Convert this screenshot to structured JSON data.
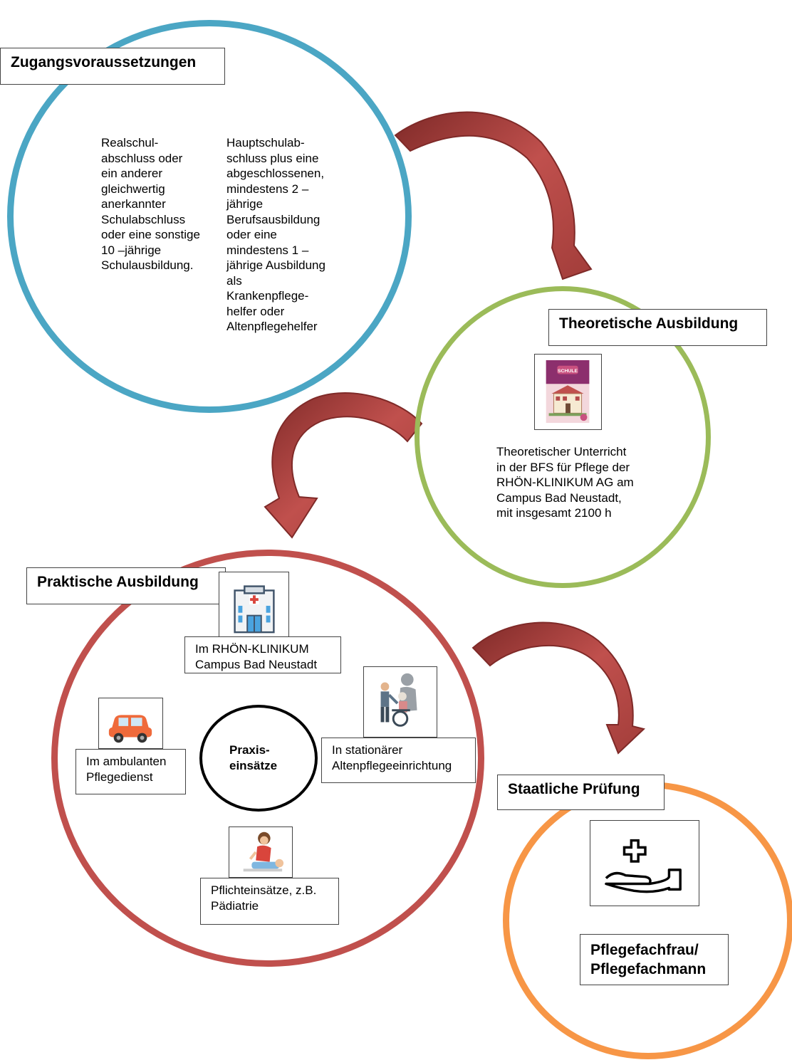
{
  "stages": {
    "access": {
      "title": "Zugangsvoraussetzungen",
      "text_left": "Realschul-\nabschluss oder\nein anderer\ngleichwertig\nanerkannter\nSchulabschluss\noder eine sonstige\n10 –jährige\nSchulausbildung.",
      "text_right": "Hauptschulab-\nschluss plus eine\nabgeschlossenen,\nmindestens 2 –\njährige\nBerufsausbildung\noder eine\nmindestens 1 –\njährige Ausbildung\nals\nKrankenpflege-\nhelfer oder\nAltenpflegehelfer"
    },
    "theory": {
      "title": "Theoretische Ausbildung",
      "book_label": "SCHULE",
      "text": "Theoretischer Unterricht\nin der BFS für Pflege der\nRHÖN-KLINIKUM AG am\nCampus Bad Neustadt,\nmit insgesamt 2100 h"
    },
    "practice": {
      "title": "Praktische Ausbildung",
      "center": "Praxis-\neinsätze",
      "sites": [
        {
          "label": "Im RHÖN-KLINIKUM\nCampus Bad Neustadt",
          "icon": "hospital-icon"
        },
        {
          "label": "In stationärer\nAltenpflegeeinrichtung",
          "icon": "wheelchair-care-icon"
        },
        {
          "label": "Im ambulanten\nPflegedienst",
          "icon": "car-icon"
        },
        {
          "label": "Pflichteinsätze, z.B.\nPädiatrie",
          "icon": "child-care-icon"
        }
      ]
    },
    "exam": {
      "title": "Staatliche Prüfung",
      "result": "Pflegefachfrau/\nPflegefachmann",
      "icon": "hand-cross-icon"
    }
  },
  "colors": {
    "access_ring": "#4ba6c4",
    "theory_ring": "#9bbb59",
    "practice_ring": "#c0504d",
    "exam_ring": "#f79646",
    "arrow": "#9b3a38"
  }
}
